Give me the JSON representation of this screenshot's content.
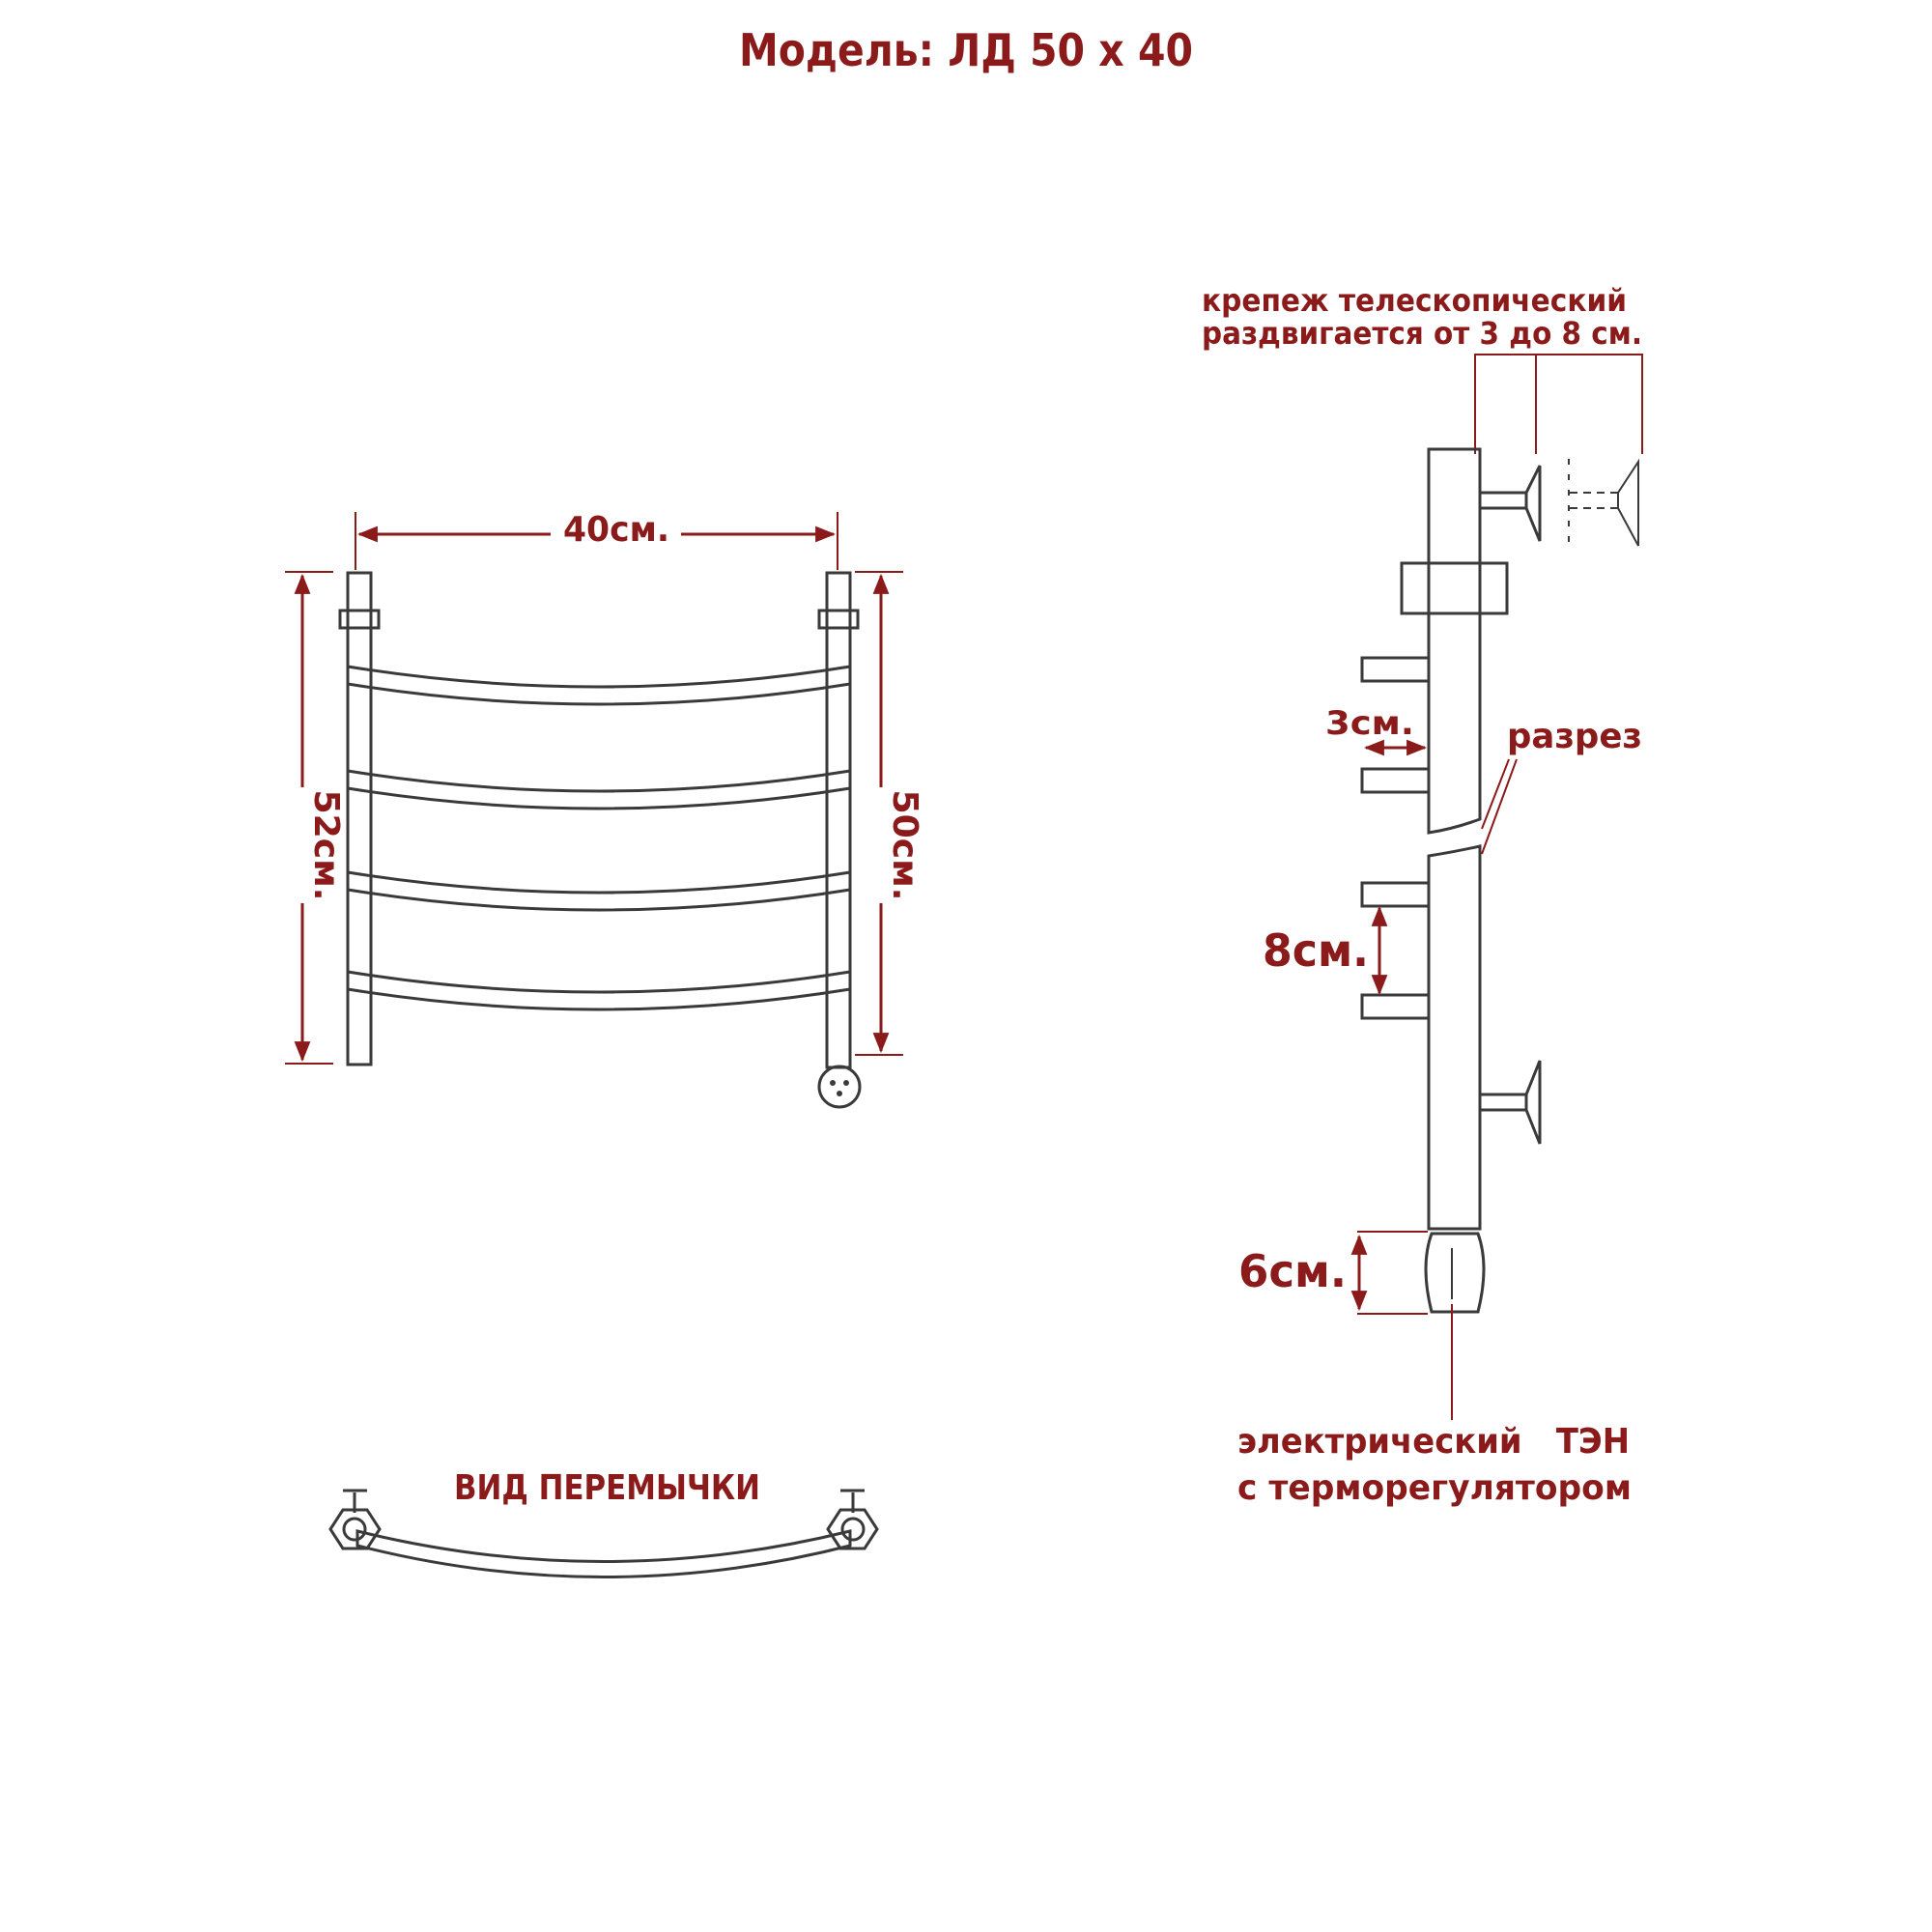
{
  "title": "Модель: ЛД 50 х 40",
  "front": {
    "width": "40см.",
    "height_left": "52см.",
    "height_right": "50см."
  },
  "side": {
    "mount_line1": "крепеж телескопический",
    "mount_line2": "раздвигается от 3 до 8 см.",
    "spacing_small": "3см.",
    "section": "разрез",
    "spacing_large": "8см.",
    "heater_height": "6см.",
    "heater_line1": "электрический   ТЭН",
    "heater_line2": "с терморегулятором"
  },
  "jumper": {
    "caption": "ВИД ПЕРЕМЫЧКИ"
  },
  "colors": {
    "label": "#8b1a1a",
    "line": "#3a3a3a"
  }
}
